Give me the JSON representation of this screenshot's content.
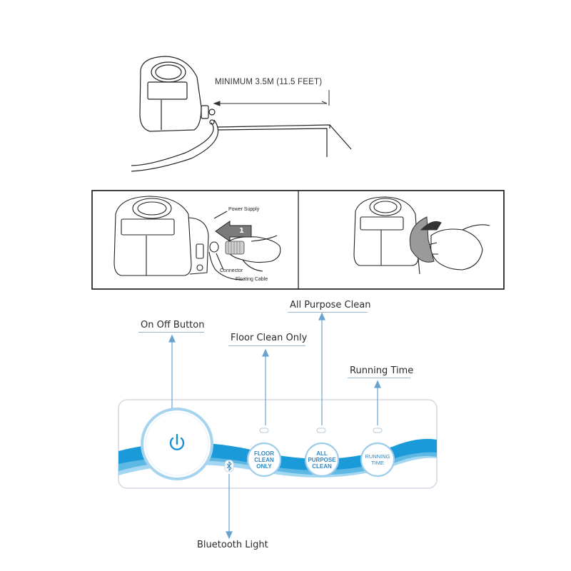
{
  "install": {
    "distance_label": "MINIMUM 3.5M (11.5 FEET)"
  },
  "connect": {
    "power_supply_label": "Power Supply",
    "connector_label": "Connector",
    "floating_cable_label": "Floating Cable",
    "step_number": "1"
  },
  "panel": {
    "on_off_label": "On Off Button",
    "floor_label": "Floor Clean Only",
    "allpurpose_label": "All Purpose Clean",
    "running_label": "Running Time",
    "bluetooth_label": "Bluetooth Light",
    "btn_floor_text": [
      "FLOOR",
      "CLEAN",
      "ONLY"
    ],
    "btn_allpurpose_text": [
      "ALL",
      "PURPOSE",
      "CLEAN"
    ],
    "btn_running_text": [
      "RUNNING",
      "TIME"
    ],
    "accent_color": "#1b8fd0",
    "wave_color": "#1a9ad8",
    "arrow_color": "#6aa3cf"
  }
}
